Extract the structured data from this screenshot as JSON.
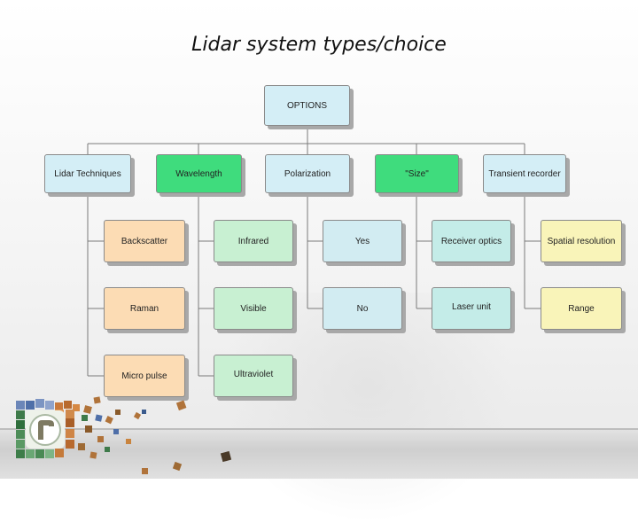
{
  "title": "Lidar system types/choice",
  "root": {
    "label": "OPTIONS"
  },
  "categories": [
    {
      "label": "Lidar Techniques",
      "children": [
        "Backscatter",
        "Raman",
        "Micro pulse"
      ]
    },
    {
      "label": "Wavelength",
      "children": [
        "Infrared",
        "Visible",
        "Ultraviolet"
      ]
    },
    {
      "label": "Polarization",
      "children": [
        "Yes",
        "No"
      ]
    },
    {
      "label": "\"Size\"",
      "children": [
        "Receiver optics",
        "Laser unit"
      ]
    },
    {
      "label": "Transient recorder",
      "children": [
        "Spatial resolution",
        "Range"
      ]
    }
  ],
  "colors": {
    "root": "#d4eef6",
    "category_blue": "#d4eef6",
    "category_green": "#3fdc7d",
    "techniques": "#fcdcb4",
    "wavelength": "#c8f0d2",
    "polarization": "#d2ecf2",
    "size": "#c4ece8",
    "transient": "#f9f4b9"
  }
}
